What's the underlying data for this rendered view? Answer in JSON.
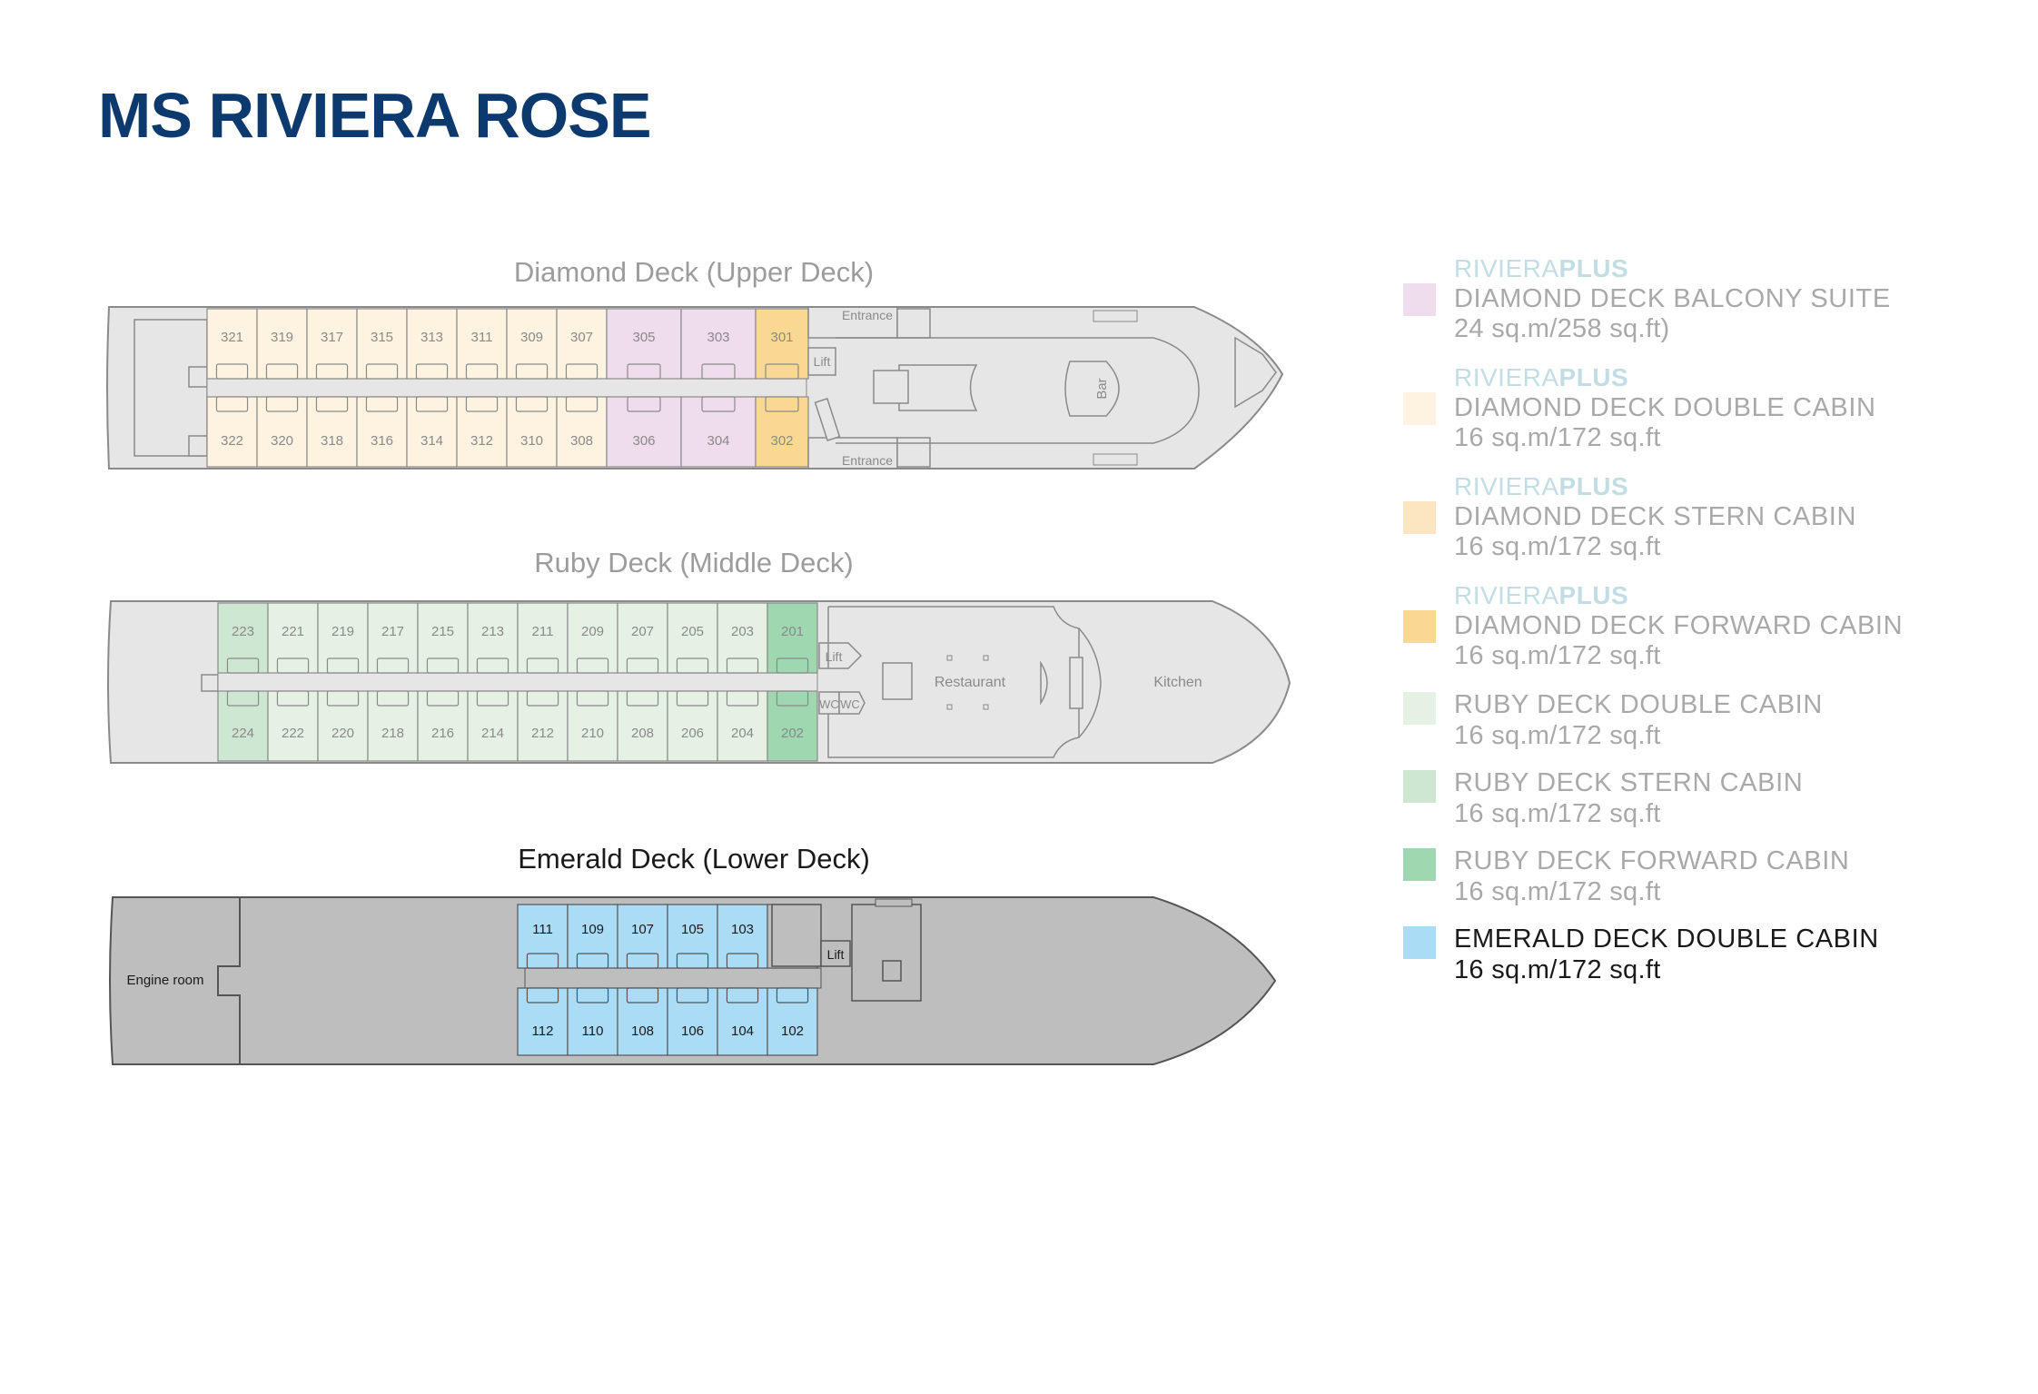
{
  "title": "MS RIVIERA ROSE",
  "colors": {
    "title": "#0d3a6e",
    "hull_light": "#e6e6e6",
    "hull_dark": "#bebebe",
    "outline": "#8a8a8a",
    "muted_text": "#9c9c9c",
    "plus_label": "#c3dde5",
    "balcony_suite": "#efdcec",
    "diamond_double": "#fdf3e0",
    "diamond_stern": "#fbe6c1",
    "diamond_forward": "#f9d892",
    "ruby_double": "#e4f1e4",
    "ruby_stern": "#cde7d2",
    "ruby_forward": "#9ed7b0",
    "emerald_double": "#aadcf6"
  },
  "decks": {
    "diamond": {
      "name": "Diamond Deck (Upper Deck)",
      "top_row": [
        "321",
        "319",
        "317",
        "315",
        "313",
        "311",
        "309",
        "307",
        "305",
        "303",
        "301"
      ],
      "bottom_row": [
        "322",
        "320",
        "318",
        "316",
        "314",
        "312",
        "310",
        "308",
        "306",
        "304",
        "302"
      ],
      "labels": {
        "entrance_top": "Entrance",
        "entrance_bottom": "Entrance",
        "lift": "Lift",
        "bar": "Bar"
      }
    },
    "ruby": {
      "name": "Ruby Deck (Middle Deck)",
      "top_row": [
        "223",
        "221",
        "219",
        "217",
        "215",
        "213",
        "211",
        "209",
        "207",
        "205",
        "203",
        "201"
      ],
      "bottom_row": [
        "224",
        "222",
        "220",
        "218",
        "216",
        "214",
        "212",
        "210",
        "208",
        "206",
        "204",
        "202"
      ],
      "labels": {
        "lift": "Lift",
        "wc1": "WC",
        "wc2": "WC",
        "restaurant": "Restaurant",
        "kitchen": "Kitchen"
      }
    },
    "emerald": {
      "name": "Emerald Deck (Lower Deck)",
      "top_row": [
        "111",
        "109",
        "107",
        "105",
        "103"
      ],
      "bottom_row": [
        "112",
        "110",
        "108",
        "106",
        "104",
        "102"
      ],
      "labels": {
        "engine_room": "Engine room",
        "lift": "Lift"
      }
    }
  },
  "legend": [
    {
      "plus_light": "RIVIERA",
      "plus_bold": "PLUS",
      "name": "DIAMOND DECK BALCONY SUITE",
      "size": "24 sq.m/258 sq.ft)",
      "color": "#efdcec"
    },
    {
      "plus_light": "RIVIERA",
      "plus_bold": "PLUS",
      "name": "DIAMOND DECK DOUBLE CABIN",
      "size": "16 sq.m/172 sq.ft",
      "color": "#fdf3e0"
    },
    {
      "plus_light": "RIVIERA",
      "plus_bold": "PLUS",
      "name": "DIAMOND DECK STERN CABIN",
      "size": "16 sq.m/172 sq.ft",
      "color": "#fbe6c1"
    },
    {
      "plus_light": "RIVIERA",
      "plus_bold": "PLUS",
      "name": "DIAMOND DECK FORWARD CABIN",
      "size": "16 sq.m/172 sq.ft",
      "color": "#f9d892"
    },
    {
      "name": "RUBY DECK DOUBLE CABIN",
      "size": "16 sq.m/172 sq.ft",
      "color": "#e4f1e4"
    },
    {
      "name": "RUBY DECK STERN CABIN",
      "size": "16 sq.m/172 sq.ft",
      "color": "#cde7d2"
    },
    {
      "name": "RUBY DECK FORWARD CABIN",
      "size": "16 sq.m/172 sq.ft",
      "color": "#9ed7b0"
    },
    {
      "name": "EMERALD DECK DOUBLE CABIN",
      "size": "16 sq.m/172 sq.ft",
      "color": "#aadcf6",
      "active": true
    }
  ]
}
